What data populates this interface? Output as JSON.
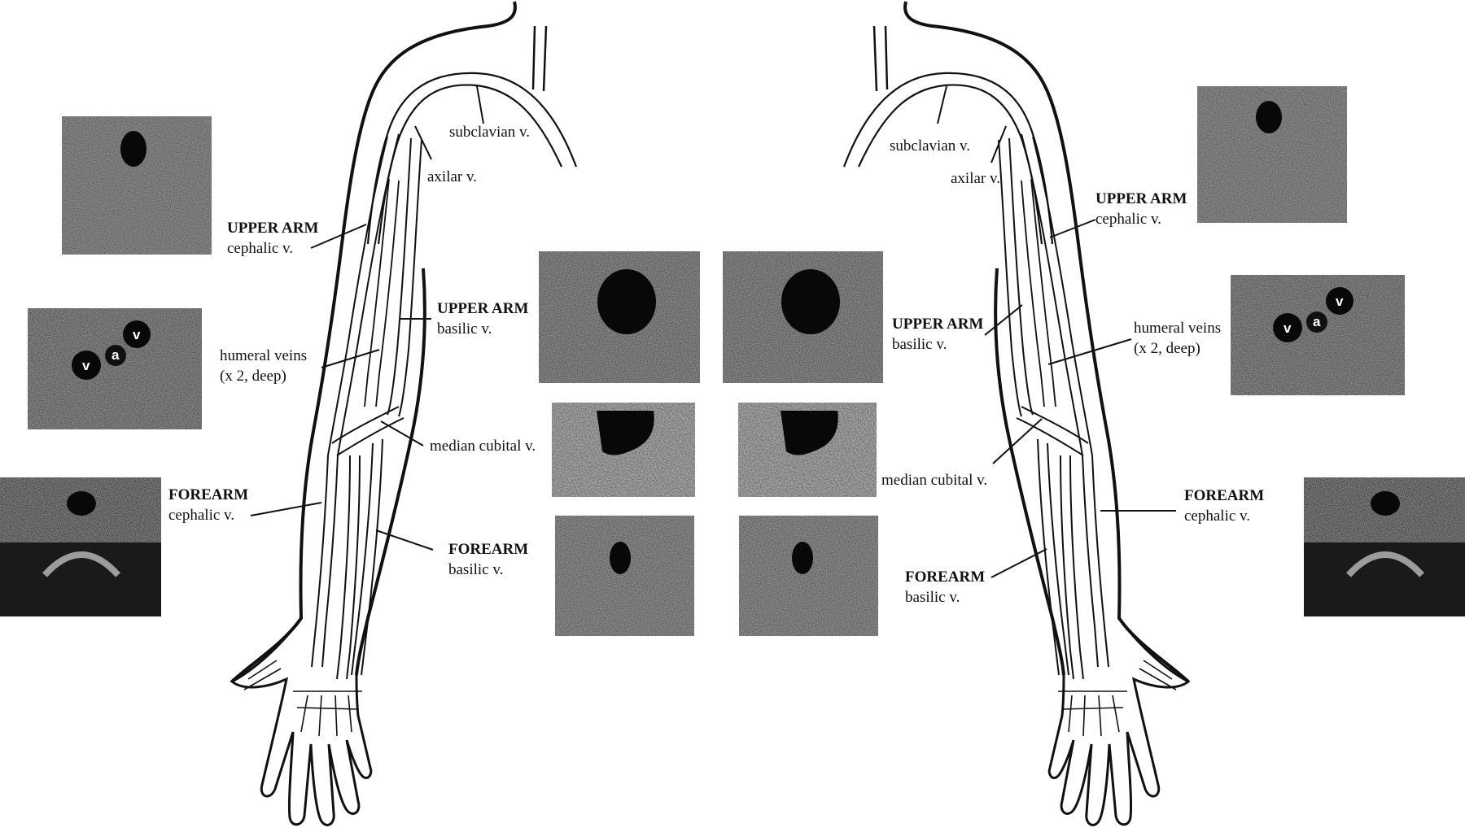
{
  "labels": {
    "left": {
      "subclavian": "subclavian v.",
      "axilar": "axilar v.",
      "upper_cephalic_heading": "UPPER ARM",
      "upper_cephalic_sub": "cephalic v.",
      "upper_basilic_heading": "UPPER ARM",
      "upper_basilic_sub": "basilic v.",
      "humeral_line1": "humeral veins",
      "humeral_line2": "(x 2, deep)",
      "median_cubital": "median cubital v.",
      "forearm_cephalic_heading": "FOREARM",
      "forearm_cephalic_sub": "cephalic v.",
      "forearm_basilic_heading": "FOREARM",
      "forearm_basilic_sub": "basilic v."
    },
    "right": {
      "subclavian": "subclavian v.",
      "axilar": "axilar v.",
      "upper_cephalic_heading": "UPPER ARM",
      "upper_cephalic_sub": "cephalic v.",
      "upper_basilic_heading": "UPPER ARM",
      "upper_basilic_sub": "basilic v.",
      "humeral_line1": "humeral veins",
      "humeral_line2": "(x 2, deep)",
      "median_cubital": "median cubital v.",
      "forearm_cephalic_heading": "FOREARM",
      "forearm_cephalic_sub": "cephalic v.",
      "forearm_basilic_heading": "FOREARM",
      "forearm_basilic_sub": "basilic v."
    }
  },
  "ultrasound_markers": {
    "vein": "v",
    "artery": "a"
  },
  "colors": {
    "line": "#111111",
    "ultrasound_background": "#2a2a2a",
    "vessel_lumen": "#080808",
    "marker_text": "#ffffff"
  }
}
